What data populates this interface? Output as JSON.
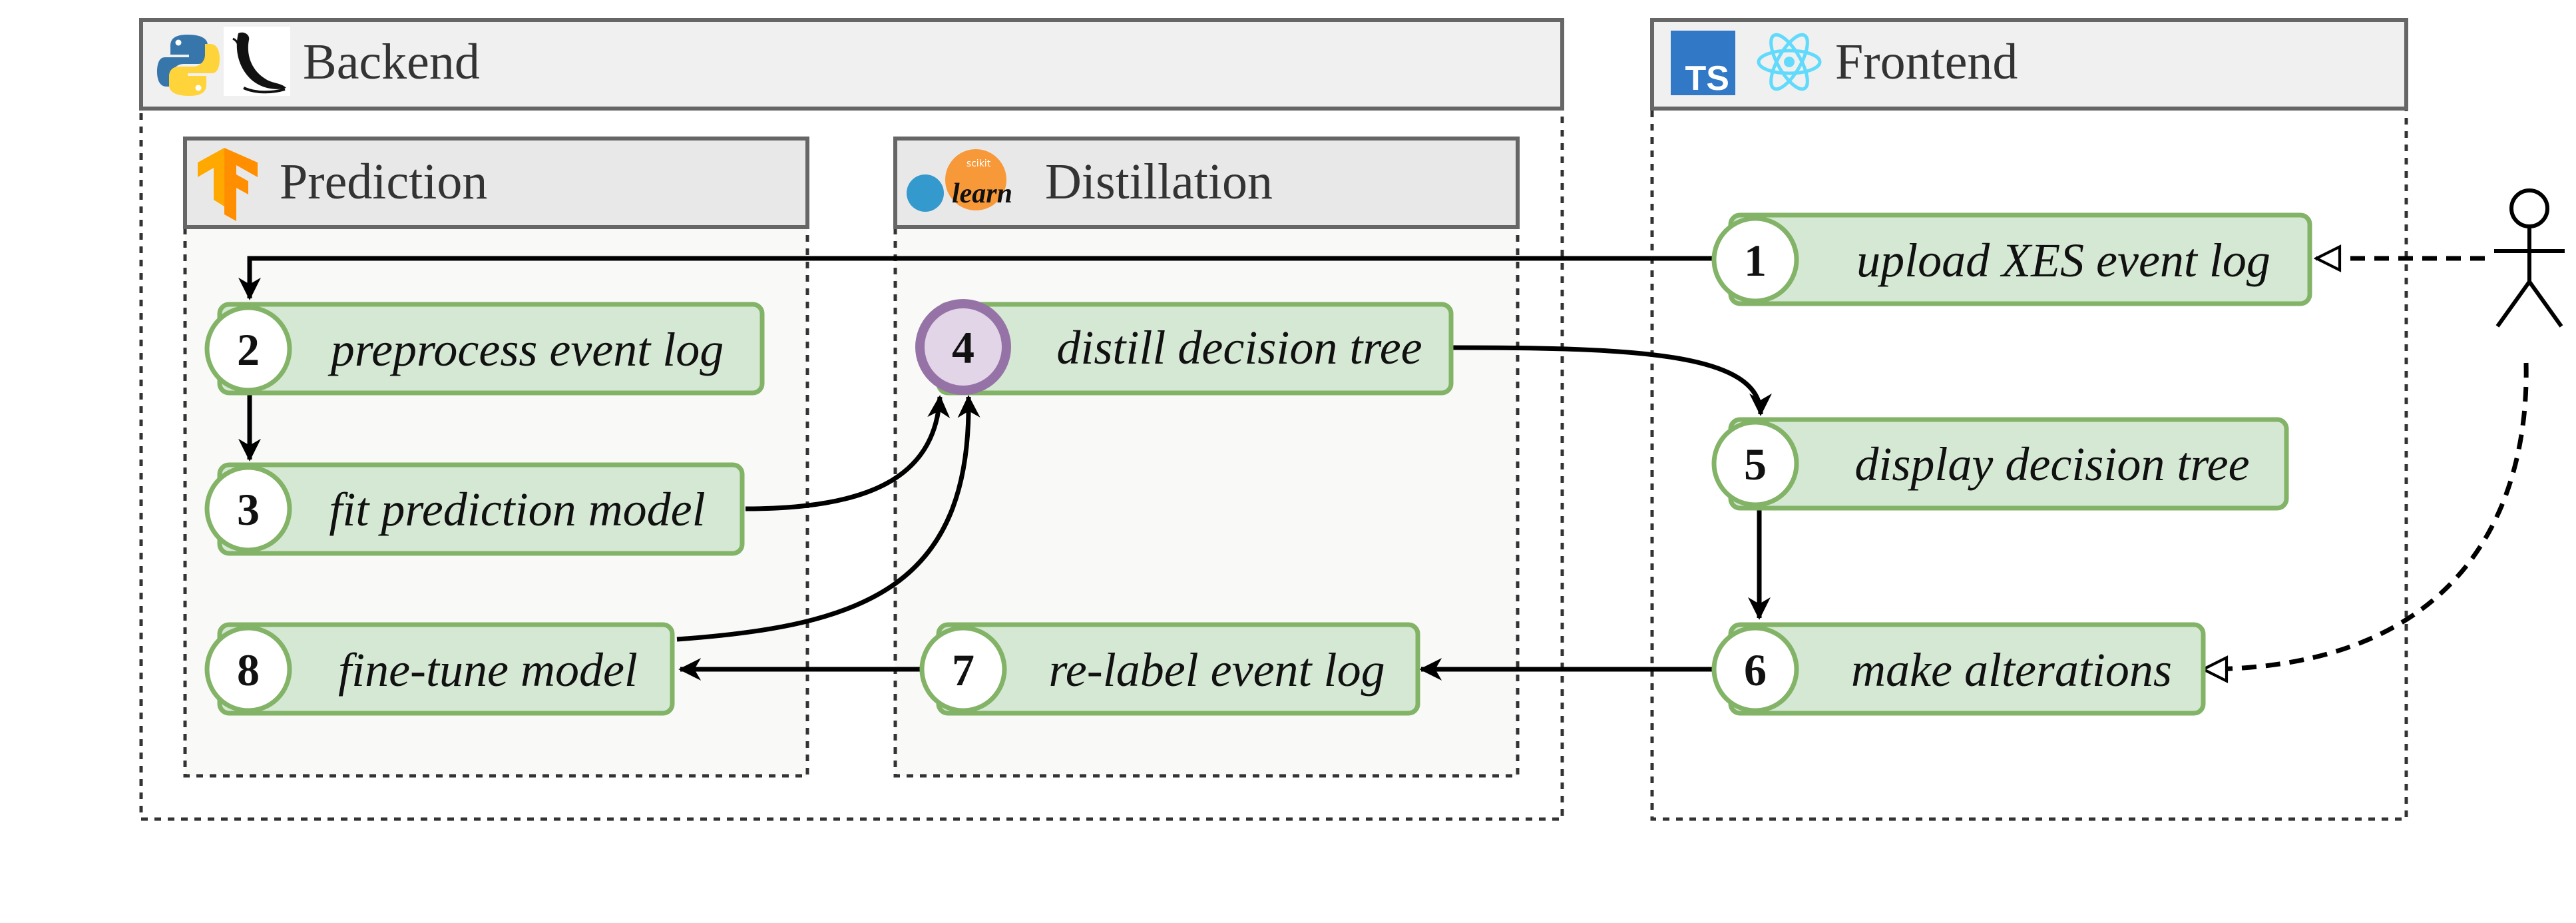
{
  "containers": {
    "backend": {
      "title": "Backend"
    },
    "frontend": {
      "title": "Frontend"
    },
    "prediction": {
      "title": "Prediction"
    },
    "distillation": {
      "title": "Distillation"
    }
  },
  "logos": {
    "python": "python-logo",
    "flask": "flask-logo",
    "typescript": {
      "icon": "typescript-logo",
      "text": "TS"
    },
    "react": "react-logo",
    "tensorflow": "tensorflow-logo",
    "sklearn": {
      "icon": "scikit-learn-logo",
      "text": "learn",
      "small": "scikit"
    }
  },
  "steps": [
    {
      "num": "1",
      "label": "upload XES event log"
    },
    {
      "num": "2",
      "label": "preprocess event log"
    },
    {
      "num": "3",
      "label": "fit prediction model"
    },
    {
      "num": "4",
      "label": "distill decision tree"
    },
    {
      "num": "5",
      "label": "display decision tree"
    },
    {
      "num": "6",
      "label": "make alterations"
    },
    {
      "num": "7",
      "label": "re-label event log"
    },
    {
      "num": "8",
      "label": "fine-tune model"
    }
  ],
  "actor": {
    "icon": "user-actor-icon"
  },
  "colors": {
    "step_fill": "#d5e8d4",
    "step_stroke": "#82b366",
    "highlight_fill": "#e1d5e7",
    "highlight_stroke": "#9673a6",
    "header_fill": "#f0f0f0",
    "header_stroke": "#666666"
  }
}
